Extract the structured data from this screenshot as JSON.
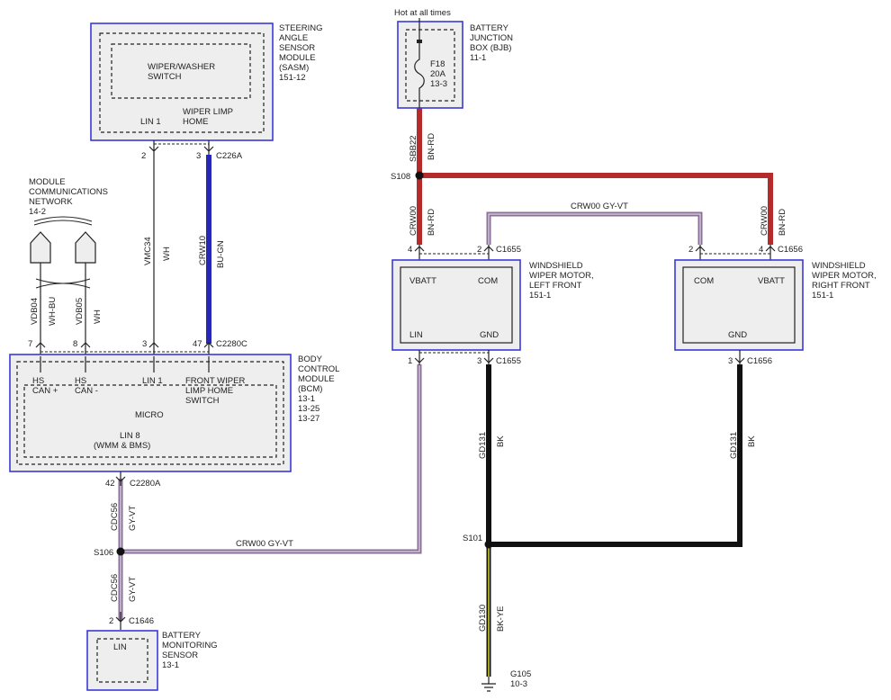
{
  "modules": {
    "sasm": {
      "title": [
        "STEERING",
        "ANGLE",
        "SENSOR",
        "MODULE",
        "(SASM)",
        "151-12"
      ],
      "inner": [
        "WIPER/WASHER",
        "SWITCH"
      ],
      "pin_lin1": "LIN 1",
      "pin_limp": [
        "WIPER LIMP",
        "HOME"
      ]
    },
    "bjb": {
      "hot_label": "Hot at all times",
      "title": [
        "BATTERY",
        "JUNCTION",
        "BOX (BJB)",
        "11-1"
      ],
      "fuse": [
        "F18",
        "20A",
        "13-3"
      ]
    },
    "mcn": {
      "title": [
        "MODULE",
        "COMMUNICATIONS",
        "NETWORK",
        "14-2"
      ]
    },
    "bcm": {
      "title": [
        "BODY",
        "CONTROL",
        "MODULE",
        "(BCM)",
        "13-1",
        "13-25",
        "13-27"
      ],
      "hs_can_plus": [
        "HS",
        "CAN +"
      ],
      "hs_can_minus": [
        "HS",
        "CAN -"
      ],
      "lin1": "LIN 1",
      "front_wiper": [
        "FRONT WIPER",
        "LIMP HOME",
        "SWITCH"
      ],
      "micro": "MICRO",
      "lin8": [
        "LIN 8",
        "(WMM & BMS)"
      ]
    },
    "wiper_lf": {
      "title": [
        "WINDSHIELD",
        "WIPER MOTOR,",
        "LEFT FRONT",
        "151-1"
      ],
      "vbatt": "VBATT",
      "com": "COM",
      "lin": "LIN",
      "gnd": "GND"
    },
    "wiper_rf": {
      "title": [
        "WINDSHIELD",
        "WIPER MOTOR,",
        "RIGHT FRONT",
        "151-1"
      ],
      "com": "COM",
      "vbatt": "VBATT",
      "gnd": "GND"
    },
    "bms": {
      "title": [
        "BATTERY",
        "MONITORING",
        "SENSOR",
        "13-1"
      ],
      "lin": "LIN"
    }
  },
  "connectors": {
    "c226a_pin2": "2",
    "c226a_pin3": "3",
    "c226a": "C226A",
    "c2280c_pin7": "7",
    "c2280c_pin8": "8",
    "c2280c_pin3": "3",
    "c2280c_pin47": "47",
    "c2280c": "C2280C",
    "c2280a_pin42": "42",
    "c2280a": "C2280A",
    "c1655_top_pin4": "4",
    "c1655_top_pin2": "2",
    "c1655_top": "C1655",
    "c1656_top_pin2": "2",
    "c1656_top_pin4": "4",
    "c1656_top": "C1656",
    "c1655_bot_pin1": "1",
    "c1655_bot_pin3": "3",
    "c1655_bot": "C1655",
    "c1656_bot_pin3": "3",
    "c1656_bot": "C1656",
    "c1646_pin2": "2",
    "c1646": "C1646"
  },
  "wires": {
    "vdb04": {
      "circuit": "VDB04",
      "color": "WH-BU"
    },
    "vdb05": {
      "circuit": "VDB05",
      "color": "WH"
    },
    "vmc34": {
      "circuit": "VMC34",
      "color": "WH"
    },
    "crw10": {
      "circuit": "CRW10",
      "color": "BU-GN"
    },
    "sbb22": {
      "circuit": "SBB22",
      "color": "BN-RD"
    },
    "crw00_lf_power": {
      "circuit": "CRW00",
      "color": "BN-RD"
    },
    "crw00_rf_power": {
      "circuit": "CRW00",
      "color": "BN-RD"
    },
    "crw00_com": {
      "label": "CRW00  GY-VT"
    },
    "gd131_lf": {
      "circuit": "GD131",
      "color": "BK"
    },
    "gd131_rf": {
      "circuit": "GD131",
      "color": "BK"
    },
    "cdc56_upper": {
      "circuit": "CDC56",
      "color": "GY-VT"
    },
    "cdc56_lower": {
      "circuit": "CDC56",
      "color": "GY-VT"
    },
    "crw00_lin": {
      "label": "CRW00  GY-VT"
    },
    "gd130": {
      "circuit": "GD130",
      "color": "BK-YE"
    }
  },
  "splices": {
    "s108": "S108",
    "s106": "S106",
    "s101": "S101"
  },
  "ground": {
    "g105": [
      "G105",
      "10-3"
    ]
  },
  "colors": {
    "module_border": "#3a3ad8",
    "bn_rd": "#b52a2a",
    "bu_gn": "#2828b8",
    "gy_vt": "#8a6f98",
    "bk": "#111111",
    "bk_ye": "#9a9a22"
  }
}
